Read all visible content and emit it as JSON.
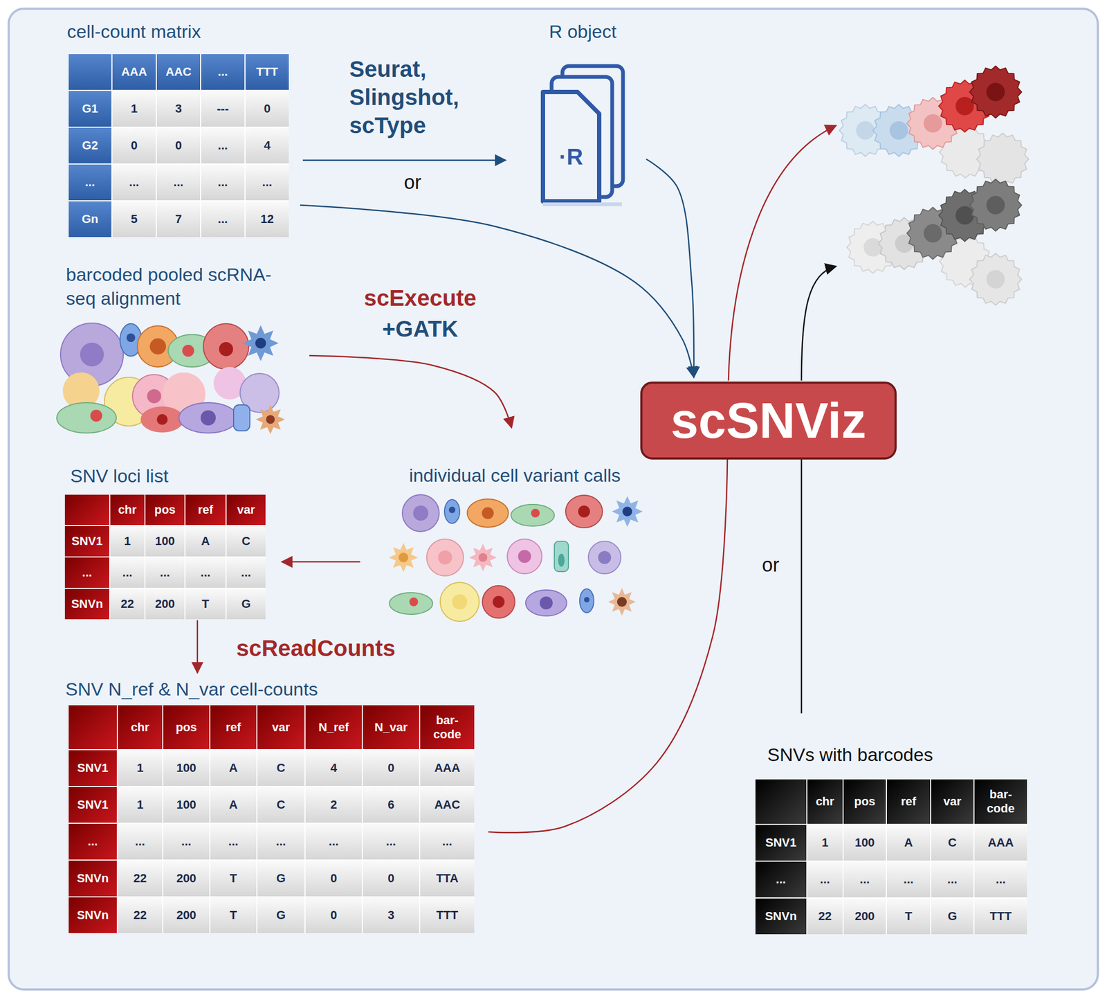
{
  "diagram": {
    "nodes": [
      {
        "text": [
          "cell-count matrix"
        ]
      },
      {
        "text": [
          "R object",
          "·R"
        ]
      },
      {
        "text": [
          "barcoded pooled scRNA-seq alignment"
        ]
      },
      {
        "text": [
          "individual cell variant calls"
        ]
      },
      {
        "text": [
          "SNV loci list"
        ]
      },
      {
        "text": [
          "SNV N_ref & N_var cell-counts"
        ]
      },
      {
        "text": [
          "scSNViz"
        ]
      },
      {
        "text": [
          "SNVs with barcodes"
        ]
      }
    ],
    "edges": [
      {
        "from": 0,
        "to": 1,
        "arrow": "to",
        "label": "Seurat, Slingshot, scType"
      },
      {
        "from": 0,
        "to": 6,
        "arrow": "to"
      },
      {
        "from": 1,
        "to": 6,
        "arrow": "to"
      },
      {
        "from": 2,
        "to": 3,
        "arrow": "to",
        "label": "scExecute"
      },
      {
        "from": 3,
        "to": 4,
        "arrow": "to"
      },
      {
        "from": 4,
        "to": 5,
        "arrow": "to",
        "label": "scReadCounts"
      },
      {
        "from": 5,
        "to": 6,
        "arrow": "none"
      },
      {
        "from": 7,
        "to": 6,
        "arrow": "none"
      }
    ],
    "labels": [
      "AAA",
      "AAC",
      "...",
      "TTT",
      "G1",
      "1",
      "3",
      "---",
      "0",
      "G2",
      "0",
      "0",
      "...",
      "4",
      "...",
      "...",
      "...",
      "...",
      "...",
      "Gn",
      "5",
      "7",
      "...",
      "12",
      "or",
      "+GATK",
      "chr",
      "pos",
      "ref",
      "var",
      "SNV1",
      "1",
      "100",
      "A",
      "C",
      "...",
      "...",
      "...",
      "...",
      "...",
      "SNVn",
      "22",
      "200",
      "T",
      "G",
      "or",
      "chr",
      "pos",
      "ref",
      "var",
      "N_ref",
      "N_var",
      "bar- code",
      "SNV1",
      "1",
      "100",
      "A",
      "C",
      "4",
      "0",
      "AAA",
      "SNV1",
      "1",
      "100",
      "A",
      "C",
      "2",
      "6",
      "AAC",
      "...",
      "...",
      "...",
      "...",
      "...",
      "...",
      "...",
      "...",
      "SNVn",
      "22",
      "200",
      "T",
      "G",
      "0",
      "0",
      "TTA",
      "SNVn",
      "22",
      "200",
      "T",
      "G",
      "0",
      "3",
      "TTT",
      "chr",
      "pos",
      "ref",
      "var",
      "bar- code",
      "SNV1",
      "1",
      "100",
      "A",
      "C",
      "AAA",
      "...",
      "...",
      "...",
      "...",
      "...",
      "...",
      "SNVn",
      "22",
      "200",
      "T",
      "G",
      "TTT"
    ]
  }
}
